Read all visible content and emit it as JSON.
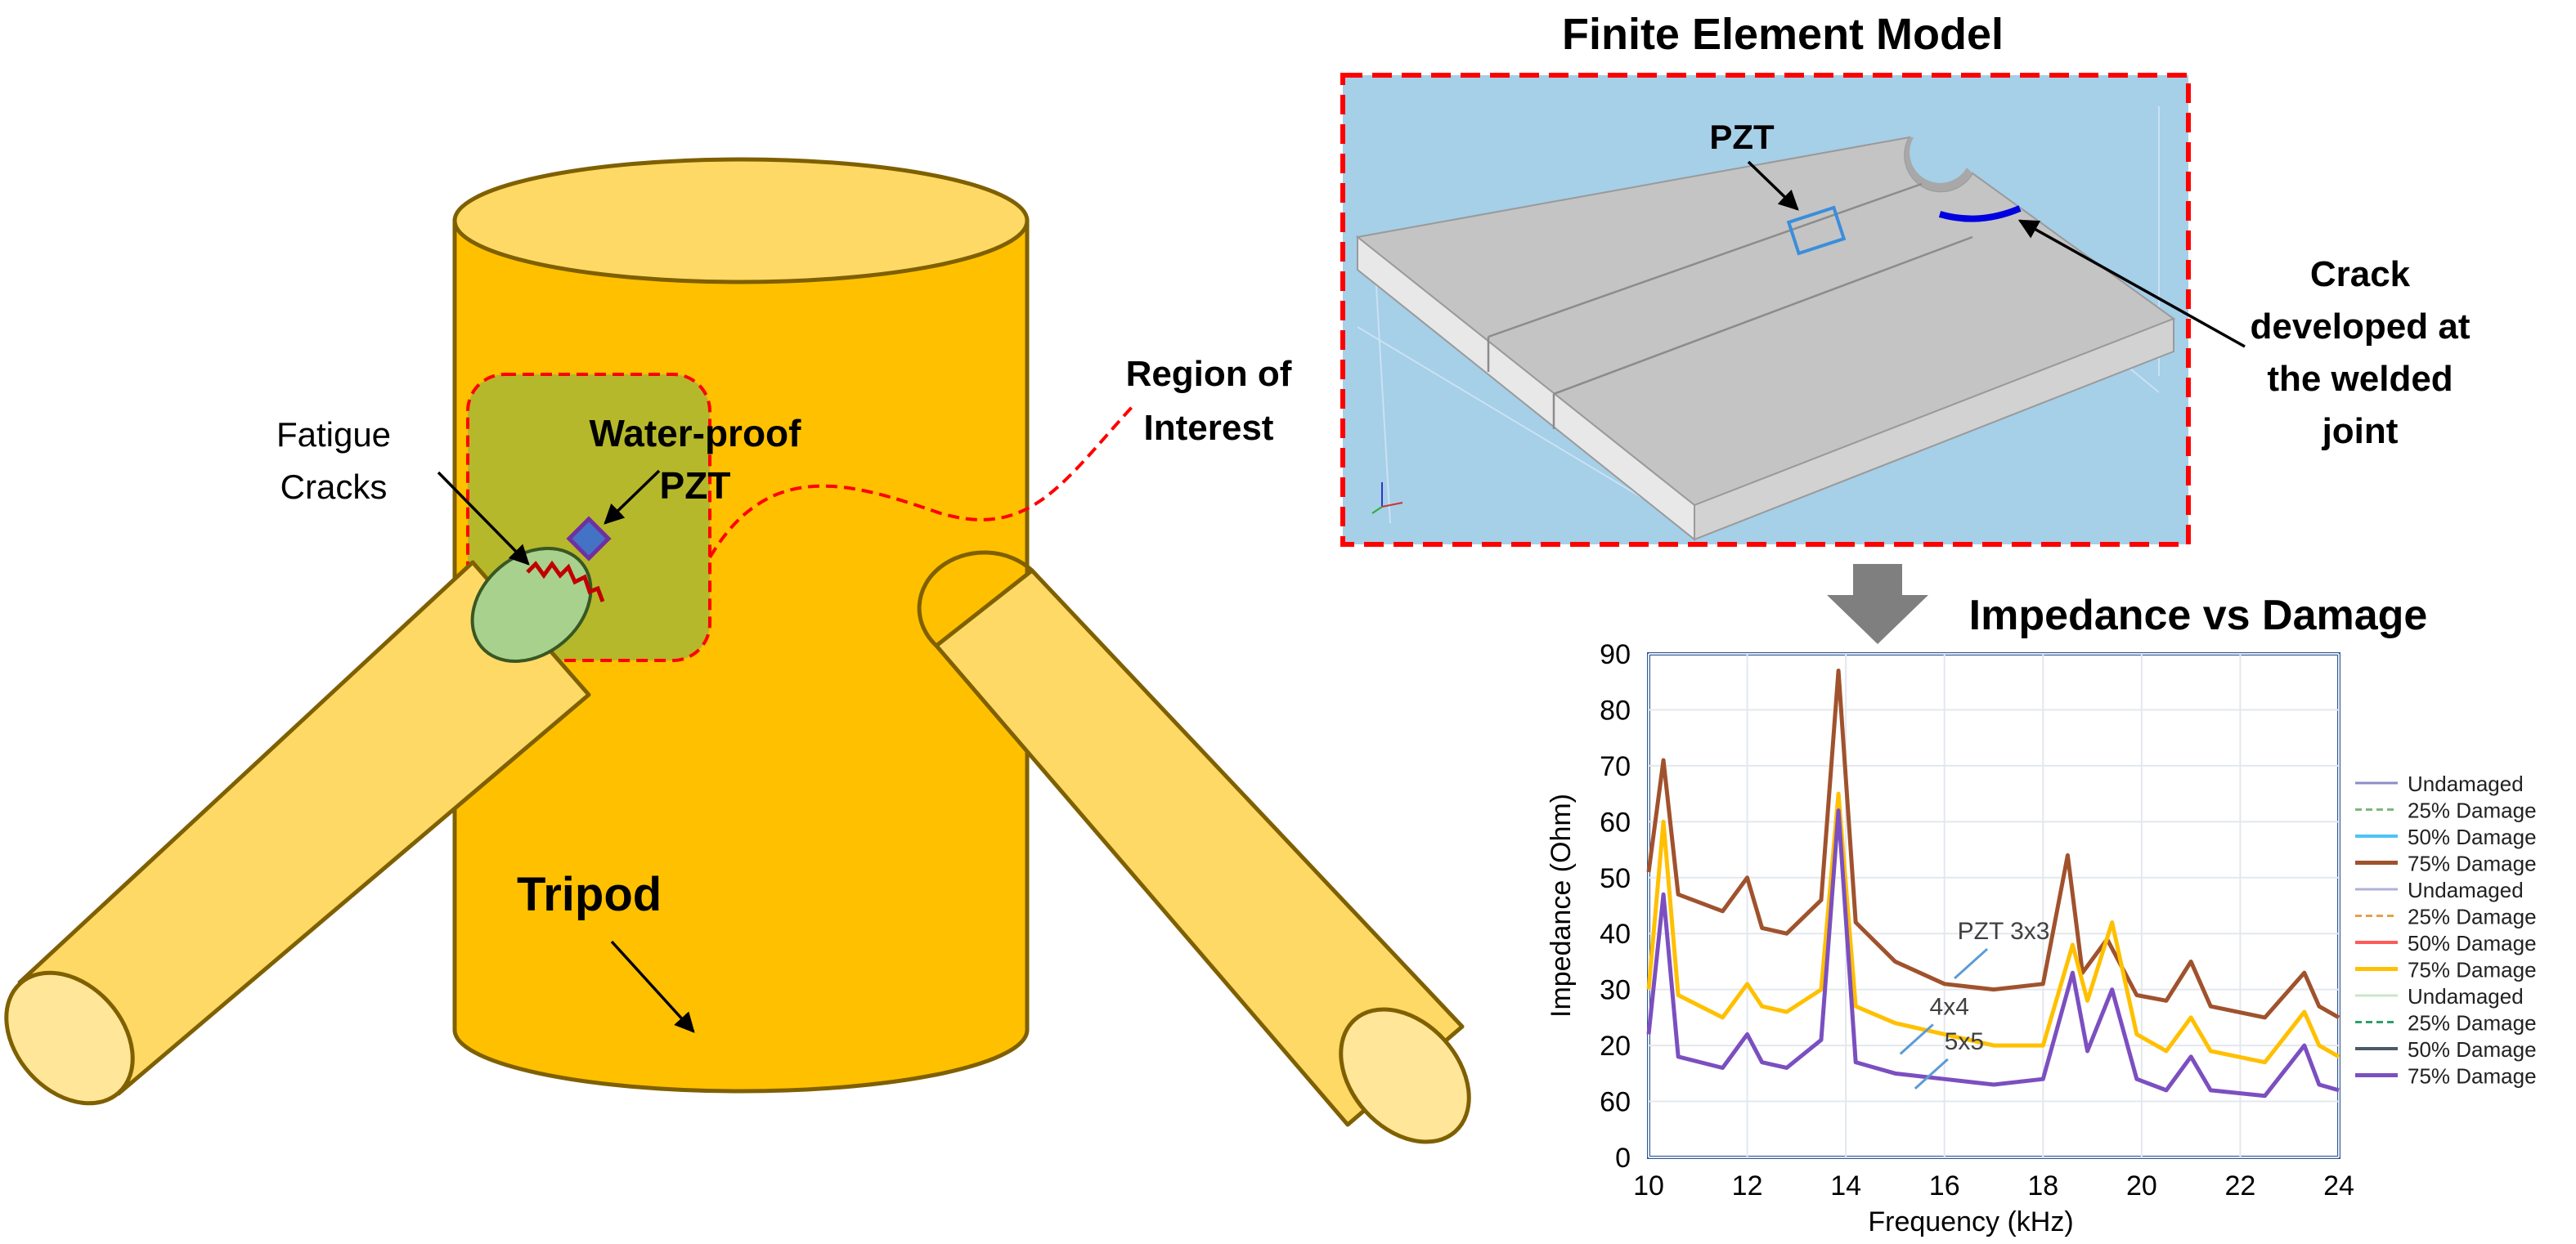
{
  "labels": {
    "fem_title": "Finite Element Model",
    "impedance_title": "Impedance vs Damage",
    "region_of_interest": [
      "Region of",
      "Interest"
    ],
    "fatigue_cracks": [
      "Fatigue",
      "Cracks"
    ],
    "waterproof_pzt": [
      "Water-proof",
      "PZT"
    ],
    "tripod": "Tripod",
    "fem_pzt": "PZT",
    "crack_note": [
      "Crack",
      "developed at",
      "the welded",
      "joint"
    ]
  },
  "colors": {
    "cylinder": "#FFC000",
    "cylinder_top": "#FFD966",
    "brace": "#FFD966",
    "outline": "#7F6000",
    "region_fill": "#B5B82A",
    "region_border": "#FF0000",
    "fem_bg": "#A6CFE8",
    "fem_gray": "#BFBFBF",
    "crack_blue": "#0000E0",
    "arrow_gray": "#7F7F7F"
  },
  "chart_data": {
    "type": "line",
    "title": "",
    "xlabel": "Frequency (kHz)",
    "ylabel": "Impedance (Ohm)",
    "xlim": [
      10,
      24
    ],
    "ylim": [
      0,
      90
    ],
    "x_ticks": [
      "10",
      "12",
      "14",
      "16",
      "18",
      "20",
      "22",
      "24"
    ],
    "y_ticks": [
      "0",
      "10",
      "20",
      "30",
      "40",
      "50",
      "60",
      "70",
      "80",
      "90"
    ],
    "y_tick_labels": [
      "0",
      "60",
      "20",
      "30",
      "40",
      "50",
      "60",
      "70",
      "80",
      "90"
    ],
    "annotations": [
      {
        "text": "PZT 3x3",
        "x": 17.2,
        "y": 39
      },
      {
        "text": "4x4",
        "x": 16.1,
        "y": 25.5
      },
      {
        "text": "5x5",
        "x": 16.4,
        "y": 19.3
      }
    ],
    "legend_position": "right",
    "grid": true,
    "series": [
      {
        "name": "Undamaged",
        "color": "#8C8CC8",
        "dash": "",
        "width": 2,
        "group": "3x3",
        "values": []
      },
      {
        "name": "25% Damage",
        "color": "#7FB77F",
        "dash": "8,5",
        "width": 2,
        "group": "3x3",
        "values": []
      },
      {
        "name": "50% Damage",
        "color": "#4FC3F7",
        "dash": "",
        "width": 3,
        "group": "3x3",
        "values": []
      },
      {
        "name": "75% Damage",
        "color": "#A0522D",
        "dash": "",
        "width": 4,
        "group": "3x3",
        "x": [
          10,
          10.3,
          10.6,
          11.5,
          12.0,
          12.3,
          12.8,
          13.5,
          13.85,
          14.2,
          15.0,
          16.0,
          17.0,
          18.0,
          18.5,
          18.8,
          19.3,
          19.9,
          20.5,
          21.0,
          21.4,
          22.5,
          23.3,
          23.6,
          24
        ],
        "values": [
          51,
          71,
          47,
          44,
          50,
          41,
          40,
          46,
          87,
          42,
          35,
          31,
          30,
          31,
          54,
          33,
          39,
          29,
          28,
          35,
          27,
          25,
          33,
          27,
          25
        ]
      },
      {
        "name": "Undamaged",
        "color": "#B0B0D8",
        "dash": "",
        "width": 2,
        "group": "4x4",
        "values": []
      },
      {
        "name": "25% Damage",
        "color": "#E3A14A",
        "dash": "8,5",
        "width": 2,
        "group": "4x4",
        "values": []
      },
      {
        "name": "50% Damage",
        "color": "#FF5A5A",
        "dash": "",
        "width": 3,
        "group": "4x4",
        "values": []
      },
      {
        "name": "75% Damage",
        "color": "#FFC000",
        "dash": "",
        "width": 4,
        "group": "4x4",
        "x": [
          10,
          10.3,
          10.6,
          11.5,
          12.0,
          12.3,
          12.8,
          13.5,
          13.85,
          14.2,
          15.0,
          16.0,
          17.0,
          18.0,
          18.6,
          18.9,
          19.4,
          19.9,
          20.5,
          21.0,
          21.4,
          22.5,
          23.3,
          23.6,
          24
        ],
        "values": [
          30,
          60,
          29,
          25,
          31,
          27,
          26,
          30,
          65,
          27,
          24,
          22,
          20,
          20,
          38,
          28,
          42,
          22,
          19,
          25,
          19,
          17,
          26,
          20,
          18
        ]
      },
      {
        "name": "Undamaged",
        "color": "#C8E6C9",
        "dash": "",
        "width": 2,
        "group": "5x5",
        "values": []
      },
      {
        "name": "25% Damage",
        "color": "#2E9E6B",
        "dash": "8,5",
        "width": 2,
        "group": "5x5",
        "values": []
      },
      {
        "name": "50% Damage",
        "color": "#4A5A6A",
        "dash": "",
        "width": 3,
        "group": "5x5",
        "values": []
      },
      {
        "name": "75% Damage",
        "color": "#7B4FC0",
        "dash": "",
        "width": 4,
        "group": "5x5",
        "x": [
          10,
          10.3,
          10.6,
          11.5,
          12.0,
          12.3,
          12.8,
          13.5,
          13.85,
          14.2,
          15.0,
          16.0,
          17.0,
          18.0,
          18.6,
          18.9,
          19.4,
          19.9,
          20.5,
          21.0,
          21.4,
          22.5,
          23.3,
          23.6,
          24
        ],
        "values": [
          22,
          47,
          18,
          16,
          22,
          17,
          16,
          21,
          62,
          17,
          15,
          14,
          13,
          14,
          33,
          19,
          30,
          14,
          12,
          18,
          12,
          11,
          20,
          13,
          12
        ]
      }
    ]
  }
}
